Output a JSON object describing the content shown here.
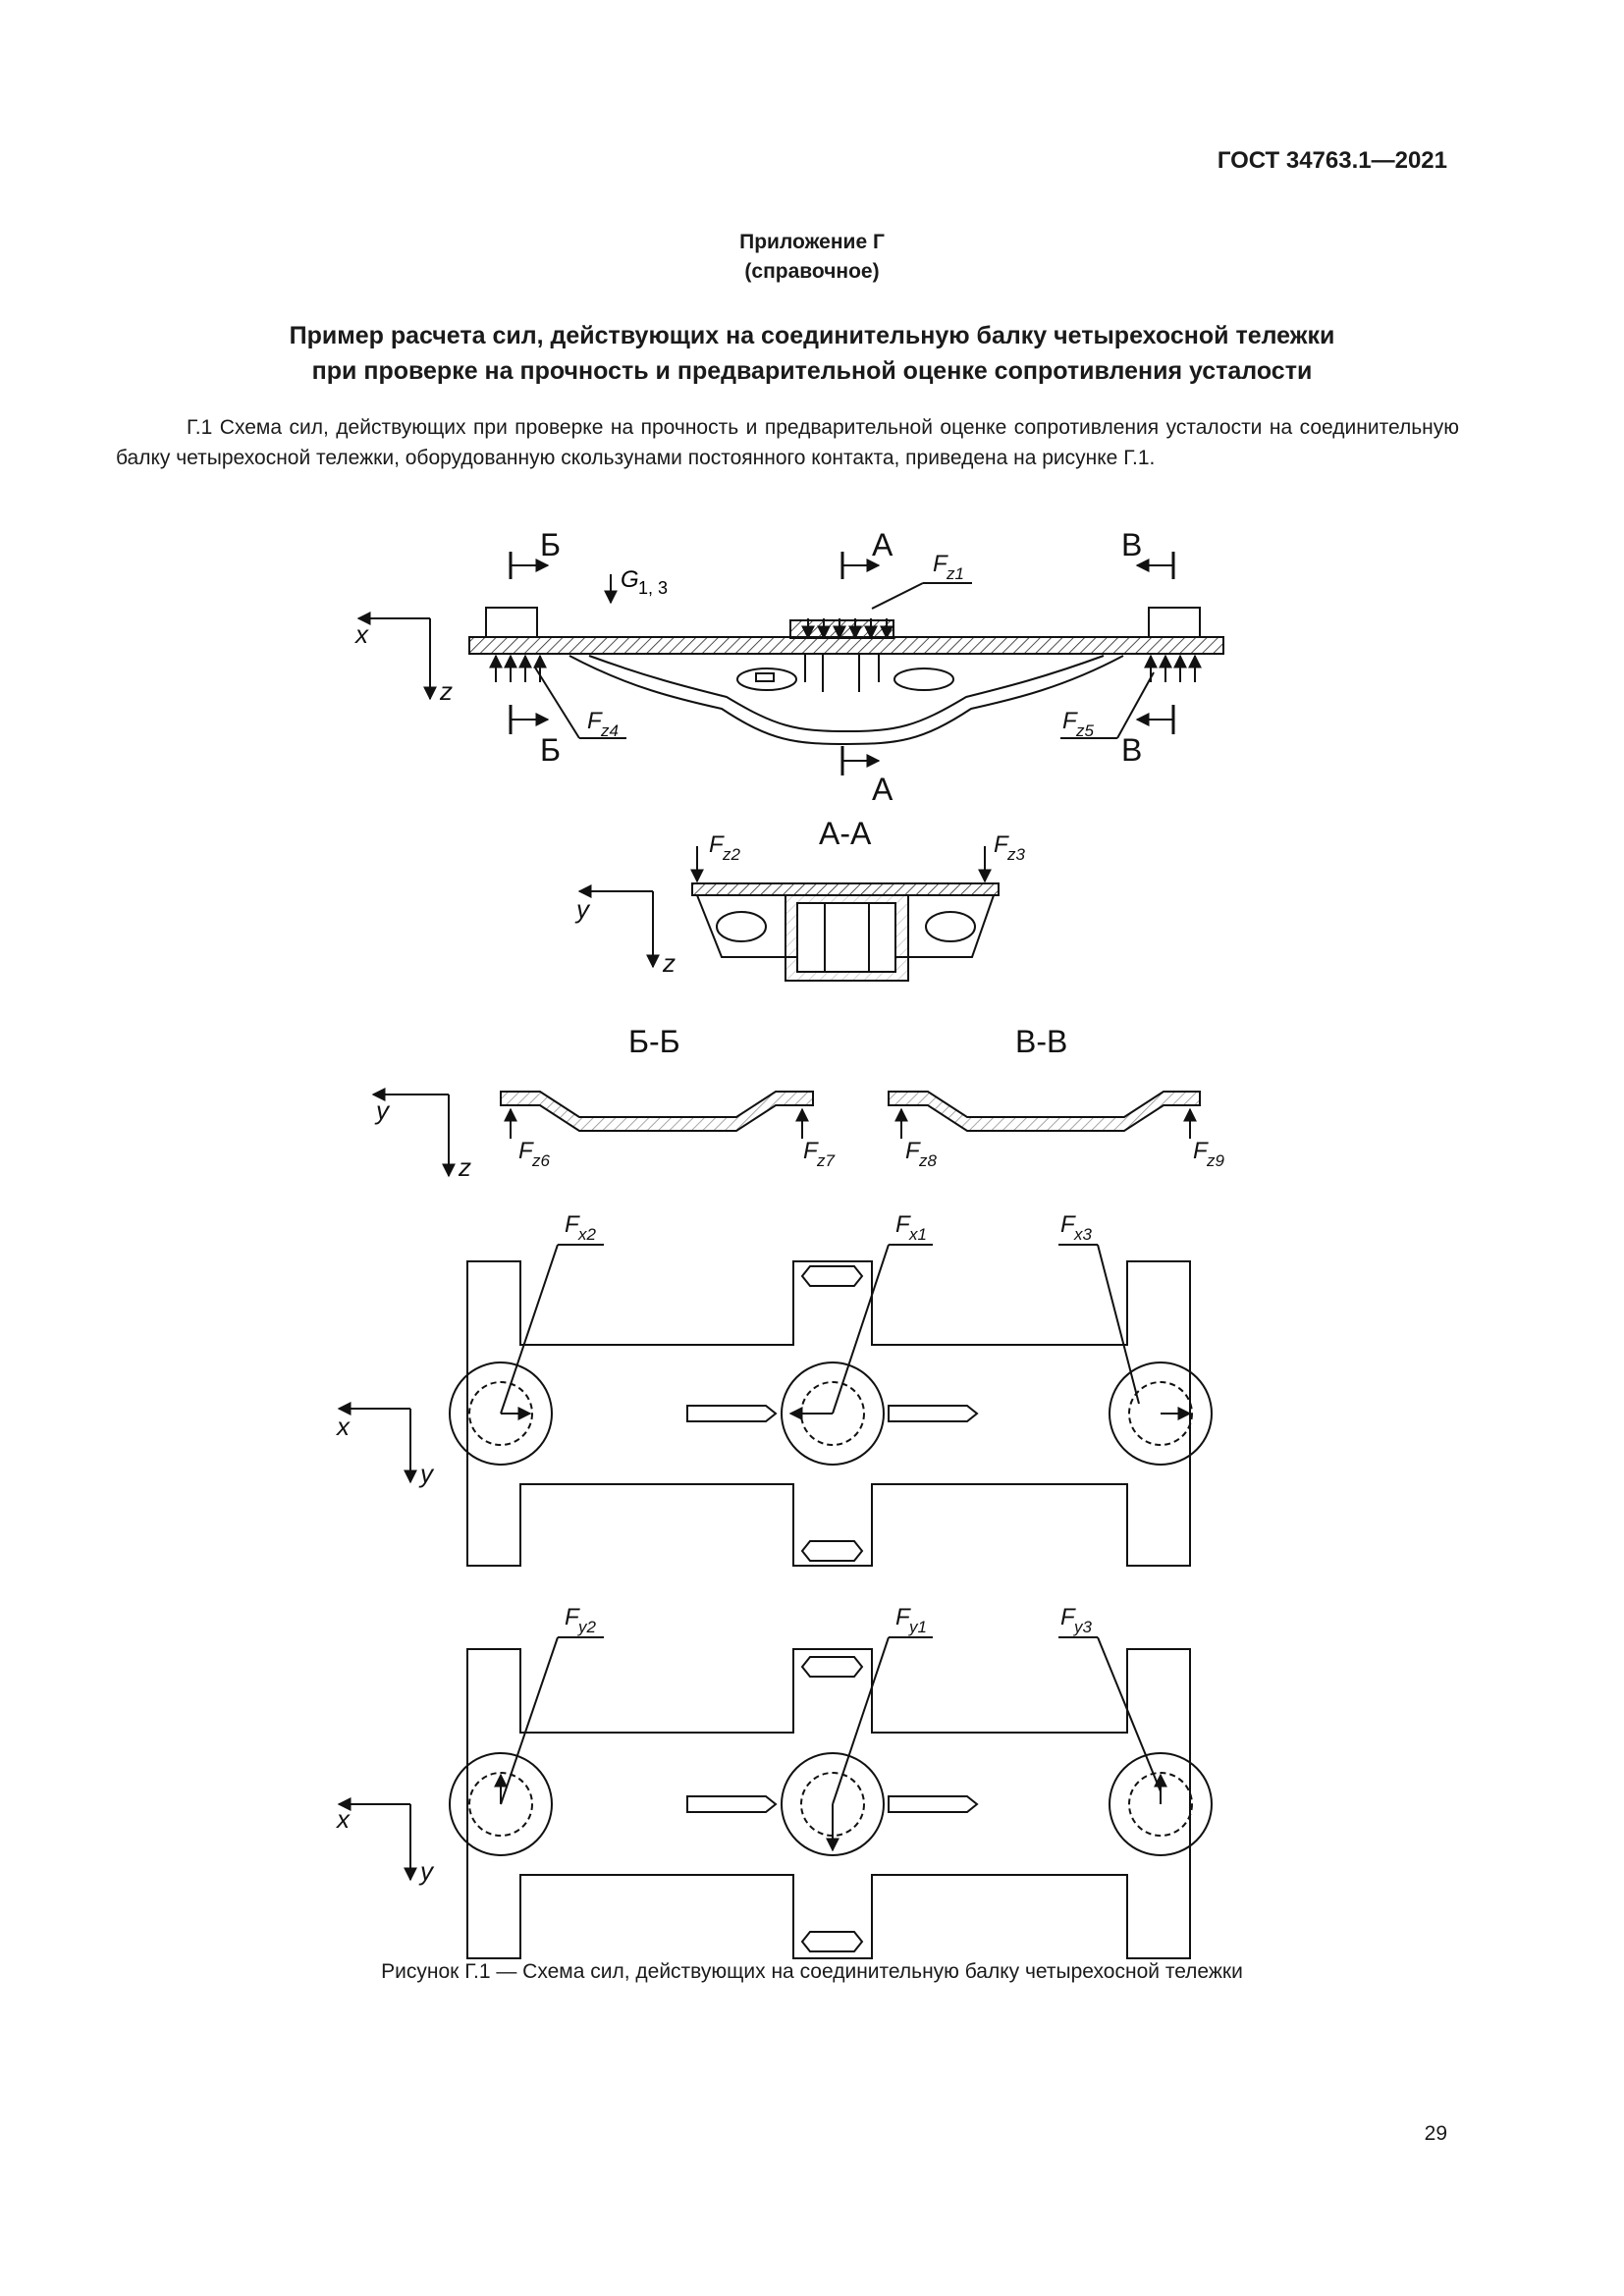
{
  "header": {
    "standard": "ГОСТ 34763.1—2021"
  },
  "annex": {
    "line1": "Приложение Г",
    "line2": "(справочное)"
  },
  "title": {
    "line1": "Пример расчета сил, действующих на соединительную балку четырехосной тележки",
    "line2": "при проверке на прочность и предварительной оценке сопротивления усталости"
  },
  "paragraph": "Г.1 Схема сил, действующих при проверке на прочность и предварительной оценке сопротивления усталости на соединительную балку четырехосной тележки, оборудованную скользунами постоянного контакта, приведена на рисунке Г.1.",
  "figure": {
    "section_letters": {
      "b": "Б",
      "a": "А",
      "v": "В"
    },
    "load_label": "G",
    "load_sub": "1, 3",
    "axes": {
      "x": "x",
      "y": "y",
      "z": "z"
    },
    "section_titles": {
      "aa": "А-А",
      "bb": "Б-Б",
      "vv": "В-В"
    },
    "force_letter": "F",
    "forces": {
      "fz1": "z1",
      "fz2": "z2",
      "fz3": "z3",
      "fz4": "z4",
      "fz5": "z5",
      "fz6": "z6",
      "fz7": "z7",
      "fz8": "z8",
      "fz9": "z9",
      "fx1": "x1",
      "fx2": "x2",
      "fx3": "x3",
      "fy1": "y1",
      "fy2": "y2",
      "fy3": "y3"
    }
  },
  "caption": "Рисунок Г.1 — Схема сил, действующих на соединительную балку четырехосной тележки",
  "page_number": "29"
}
